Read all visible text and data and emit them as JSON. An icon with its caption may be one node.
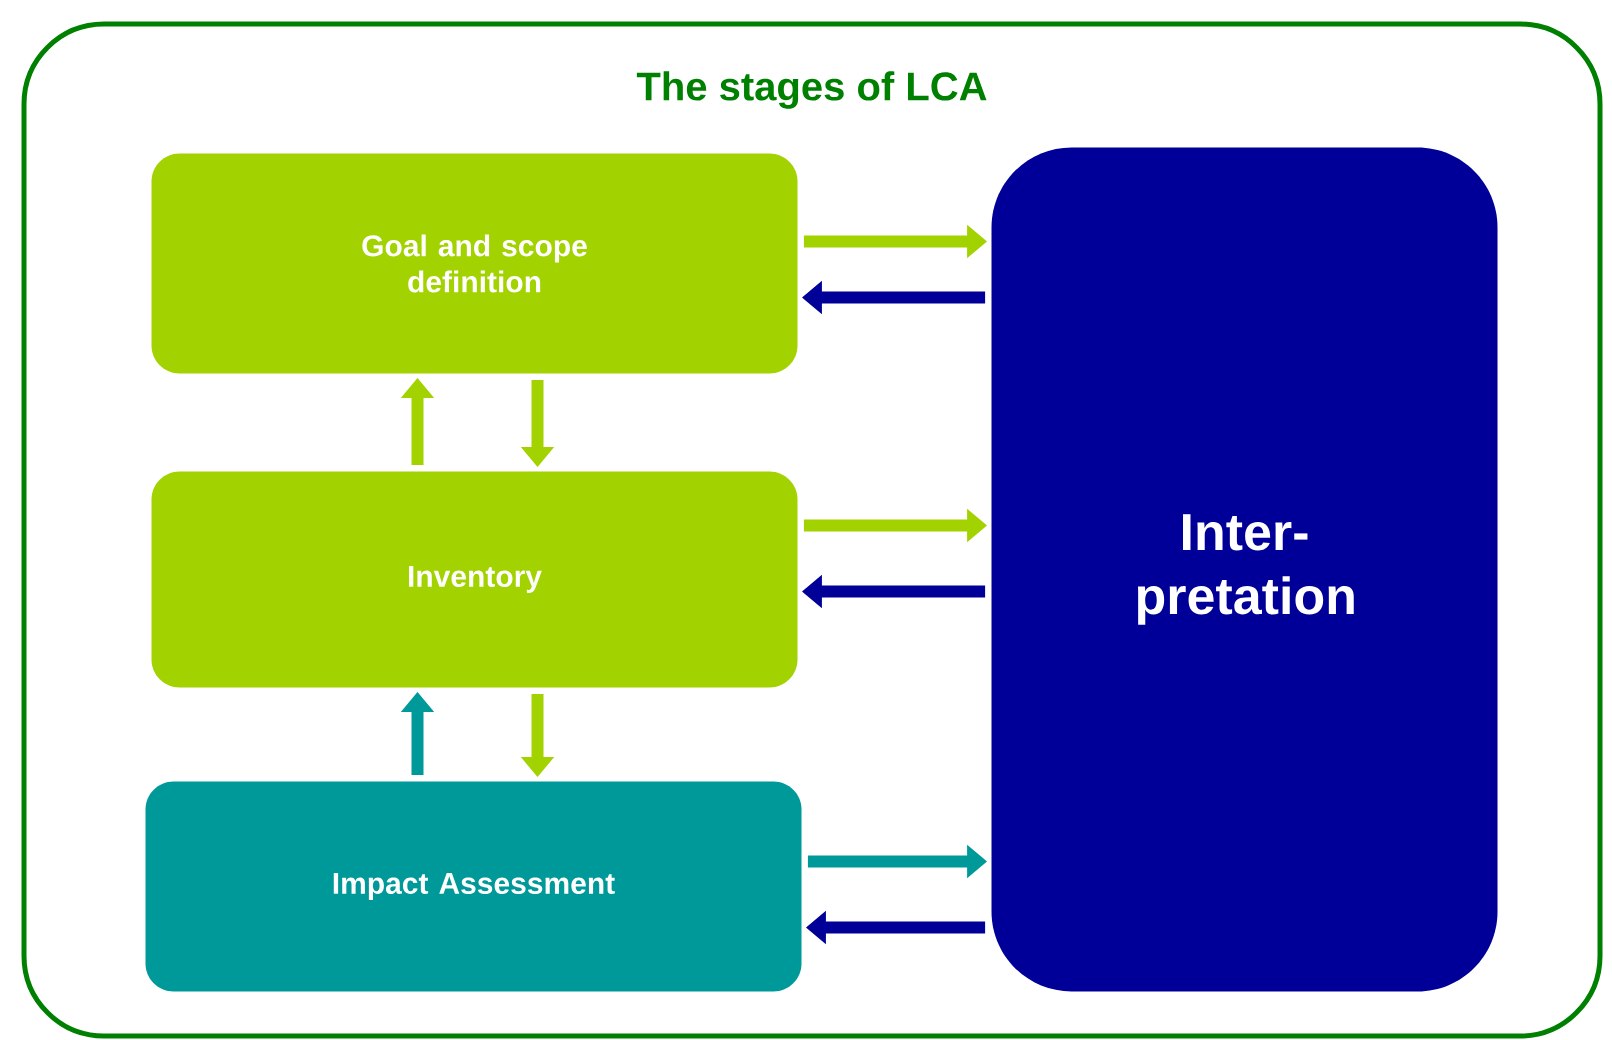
{
  "diagram": {
    "nodes": [
      {
        "text": [
          "The stages of LCA"
        ]
      },
      {
        "text": [
          "Goal and scope definition"
        ],
        "in": 0
      },
      {
        "text": [
          "Inventory"
        ],
        "in": 0
      },
      {
        "text": [
          "Impact Assessment"
        ],
        "in": 0
      },
      {
        "text": [
          "Inter- pretation"
        ],
        "in": 0
      }
    ],
    "edges": [
      {
        "from": 1,
        "to": 4,
        "arrow": "to"
      },
      {
        "from": 4,
        "to": 1,
        "arrow": "to",
        "color": "#000099"
      },
      {
        "from": 2,
        "to": 1,
        "arrow": "to"
      },
      {
        "from": 1,
        "to": 2,
        "arrow": "to"
      },
      {
        "from": 2,
        "to": 4,
        "arrow": "to"
      },
      {
        "from": 4,
        "to": 2,
        "arrow": "to",
        "color": "#000099"
      },
      {
        "from": 3,
        "to": 2,
        "arrow": "to",
        "color": "#009999"
      },
      {
        "from": 2,
        "to": 3,
        "arrow": "to"
      },
      {
        "from": 3,
        "to": 4,
        "arrow": "to",
        "color": "#009999"
      },
      {
        "from": 4,
        "to": 3,
        "arrow": "to",
        "color": "#000099"
      }
    ]
  }
}
